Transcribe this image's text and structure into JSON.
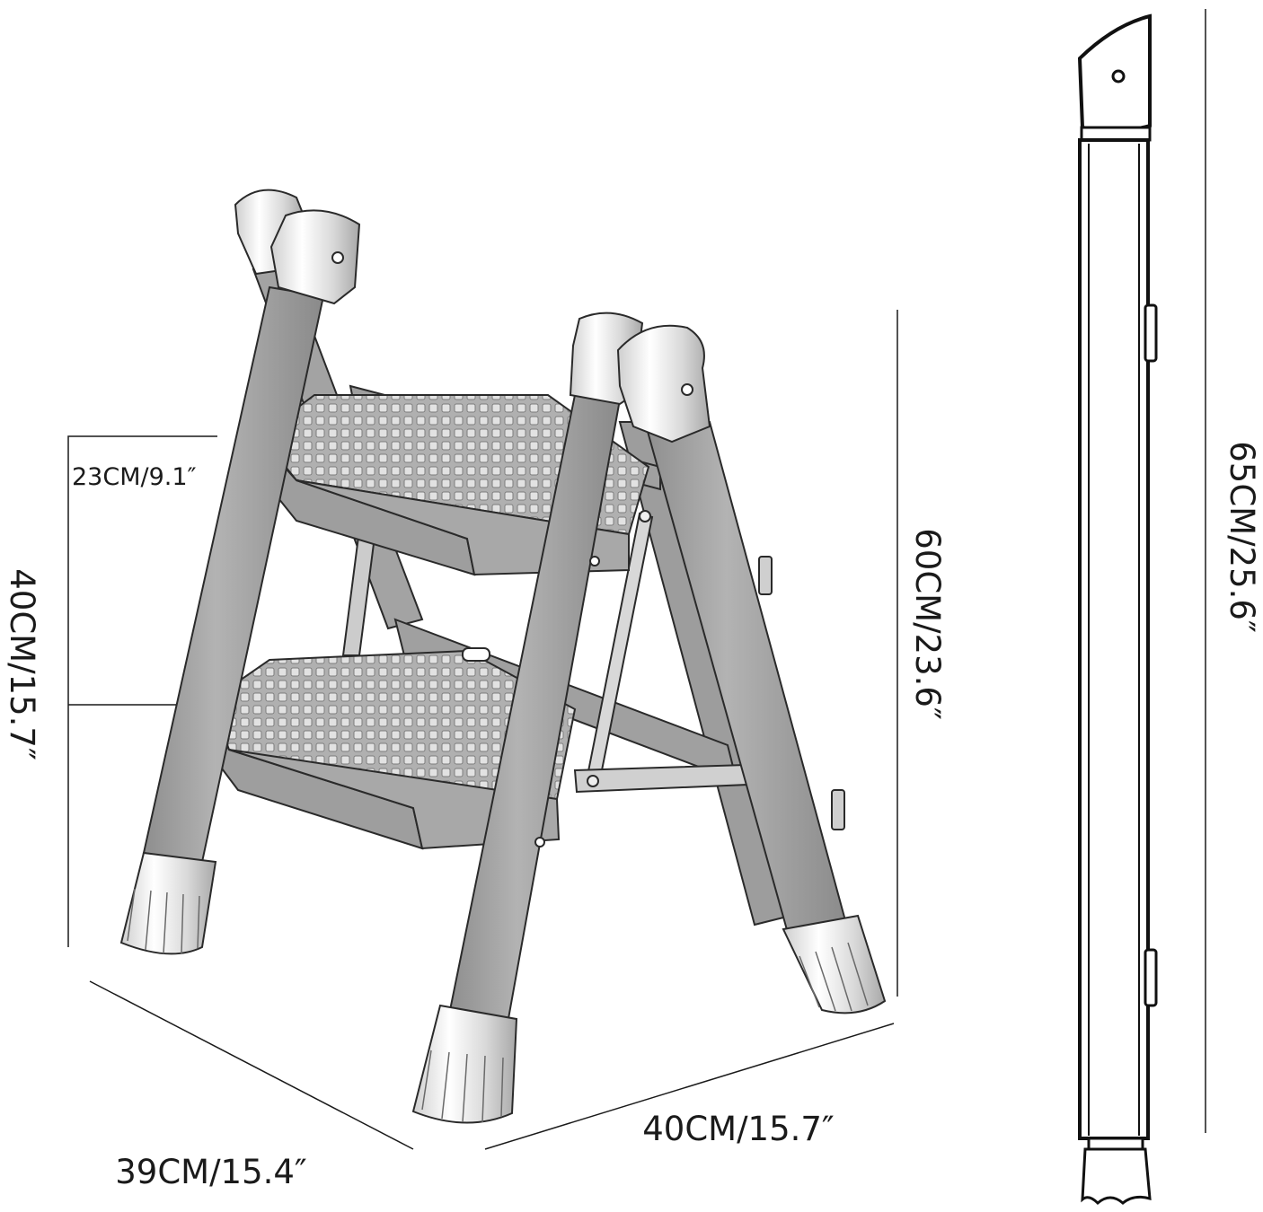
{
  "dimensions": {
    "step_depth": "23CM/9.1″",
    "step_height": "40CM/15.7″",
    "overall_height": "60CM/23.6″",
    "depth": "39CM/15.4″",
    "width": "40CM/15.7″",
    "folded_height": "65CM/25.6″"
  },
  "colors": {
    "frame": "#9b9b9b",
    "frame_light": "#b5b5b5",
    "frame_dark": "#7a7a7a",
    "tread": "#a6a6a6",
    "chrome": "#e6e6e6",
    "line": "#1a1a1a"
  }
}
